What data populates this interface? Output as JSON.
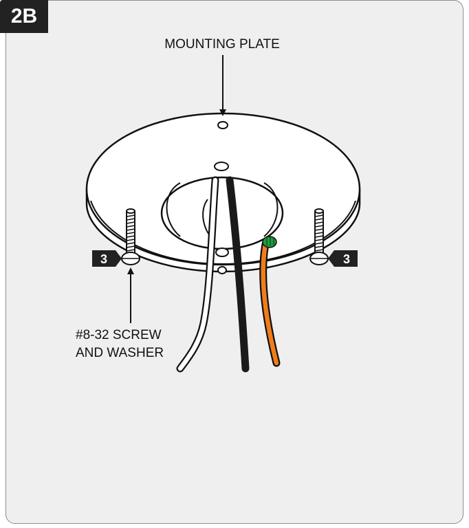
{
  "step": "2B",
  "labels": {
    "mounting_plate": "MOUNTING PLATE",
    "screw_line1": "#8-32 SCREW",
    "screw_line2": "AND WASHER"
  },
  "markers": {
    "left": "3",
    "right": "3"
  },
  "colors": {
    "panel_background": "#efefef",
    "badge": "#222222",
    "black_wire": "#1a1a1a",
    "white_wire": "#ffffff",
    "orange_wire": "#f07d1a",
    "green_screw": "#1f9a3f"
  }
}
